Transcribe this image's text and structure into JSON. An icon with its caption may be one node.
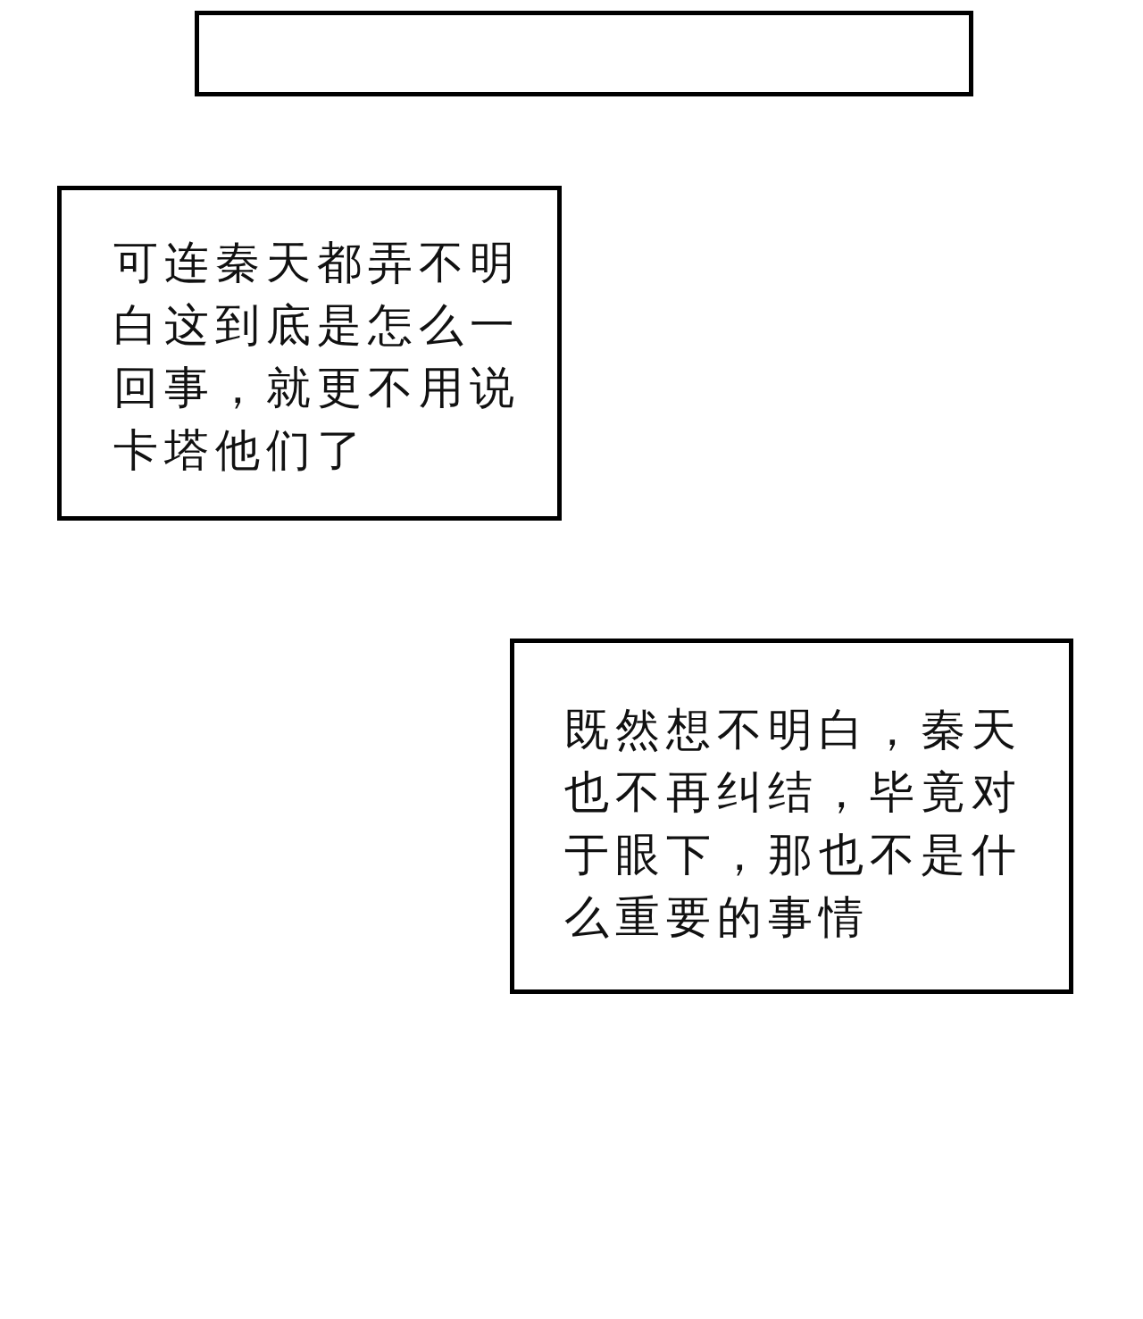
{
  "diagram": {
    "nodes": [
      {
        "text": [],
        "shape": "box"
      },
      {
        "text": [
          "可连秦天都弄不明白这到底是怎么一回事，就更不用说卡塔他们了"
        ]
      },
      {
        "text": [
          "既然想不明白，秦天也不再纠结，毕竟对于眼下，那也不是什么重要的事情"
        ]
      }
    ]
  }
}
